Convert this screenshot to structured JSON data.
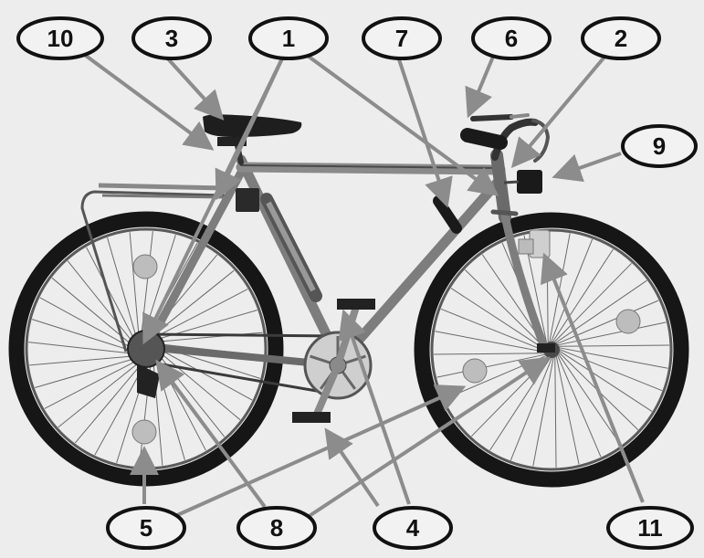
{
  "colors": {
    "background": "#ededed",
    "tire": "#161616",
    "rim": "#5a5a5a",
    "frame": "#7d7d7d",
    "frame_dark": "#4a4a4a",
    "spoke": "#6a6a6a",
    "reflector": "#bdbdbd",
    "arrow": "#8c8c8c",
    "label_fill": "#f2f2f2",
    "label_stroke": "#111111",
    "saddle": "#1e1e1e"
  },
  "callouts": [
    {
      "id": "c10",
      "text": "10"
    },
    {
      "id": "c3",
      "text": "3"
    },
    {
      "id": "c1",
      "text": "1"
    },
    {
      "id": "c7",
      "text": "7"
    },
    {
      "id": "c6",
      "text": "6"
    },
    {
      "id": "c2",
      "text": "2"
    },
    {
      "id": "c9",
      "text": "9"
    },
    {
      "id": "c5",
      "text": "5"
    },
    {
      "id": "c8",
      "text": "8"
    },
    {
      "id": "c4",
      "text": "4"
    },
    {
      "id": "c11",
      "text": "11"
    }
  ],
  "parts": [
    {
      "name": "rear-wheel",
      "icon": "wheel-icon"
    },
    {
      "name": "front-wheel",
      "icon": "wheel-icon"
    },
    {
      "name": "frame",
      "icon": "frame-icon"
    },
    {
      "name": "saddle",
      "icon": "saddle-icon"
    },
    {
      "name": "handlebar",
      "icon": "handlebar-icon"
    },
    {
      "name": "headlight",
      "icon": "lamp-icon"
    },
    {
      "name": "chainring",
      "icon": "gear-icon"
    },
    {
      "name": "pedals",
      "icon": "pedal-icon"
    },
    {
      "name": "rear-rack",
      "icon": "rack-icon"
    },
    {
      "name": "pump",
      "icon": "pump-icon"
    },
    {
      "name": "wheel-reflectors",
      "icon": "reflector-icon"
    },
    {
      "name": "dynamo",
      "icon": "dynamo-icon"
    }
  ]
}
